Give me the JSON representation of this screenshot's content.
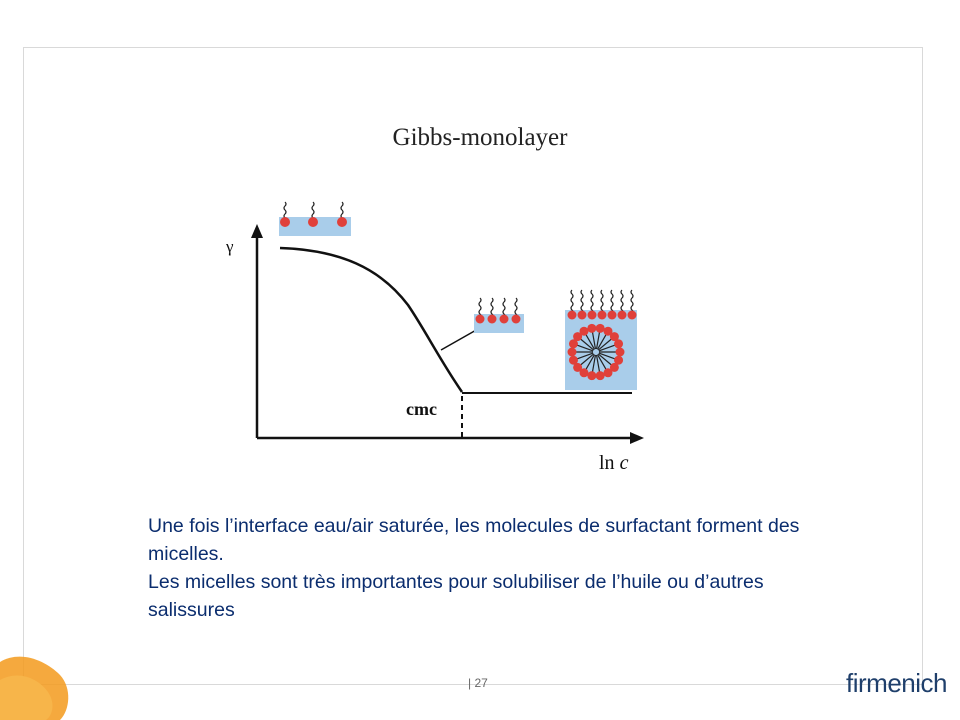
{
  "slide": {
    "title": "Gibbs-monolayer",
    "y_axis_label": "γ",
    "x_axis_label_prefix": "ln",
    "x_axis_label_var": "c",
    "cmc_label": "cmc",
    "paragraphs": [
      "Une fois l’interface eau/air saturée, les molecules de surfactant forment des micelles.",
      "Les micelles sont très importantes pour solubiliser de l’huile ou d’autres salissures"
    ],
    "page_number": "| 27",
    "logo": "firmenich"
  },
  "colors": {
    "text_blue": "#0b2d6e",
    "water_blue": "#a9cdea",
    "head_red": "#e0403a",
    "logo_blue": "#1f3f6b",
    "decor_orange": "#f39a1c"
  }
}
